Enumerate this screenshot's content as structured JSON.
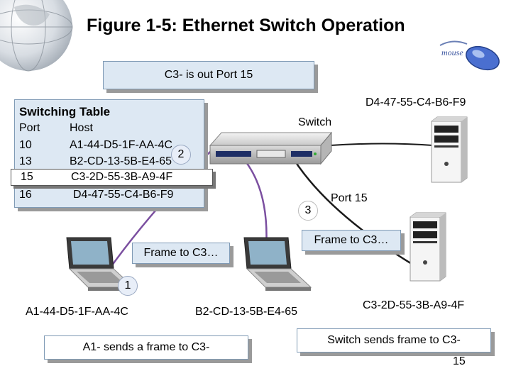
{
  "title": "Figure 1-5: Ethernet Switch Operation",
  "status_callout": "C3- is out Port 15",
  "switching_table": {
    "title": "Switching Table",
    "headers": {
      "port": "Port",
      "host": "Host"
    },
    "rows": [
      {
        "port": "10",
        "host": "A1-44-D5-1F-AA-4C"
      },
      {
        "port": "13",
        "host": "B2-CD-13-5B-E4-65"
      },
      {
        "port": "15",
        "host": "C3-2D-55-3B-A9-4F"
      },
      {
        "port": "16",
        "host": "D4-47-55-C4-B6-F9"
      }
    ],
    "highlighted_row": 2
  },
  "switch_label": "Switch",
  "port_label": "Port 15",
  "steps": {
    "one": "1",
    "two": "2",
    "three": "3"
  },
  "hosts": {
    "a1": "A1-44-D5-1F-AA-4C",
    "b2": "B2-CD-13-5B-E4-65",
    "c3": "C3-2D-55-3B-A9-4F",
    "d4": "D4-47-55-C4-B6-F9"
  },
  "frame_left": "Frame to C3…",
  "frame_right": "Frame to C3…",
  "a1_sends": "A1- sends a frame to C3-",
  "switch_sends": {
    "line1": "Switch sends frame to C3-",
    "line2": "15"
  },
  "colors": {
    "link_purple": "#7b4fa0",
    "link_black": "#1a1a1a",
    "callout_fill": "#dde8f3"
  }
}
